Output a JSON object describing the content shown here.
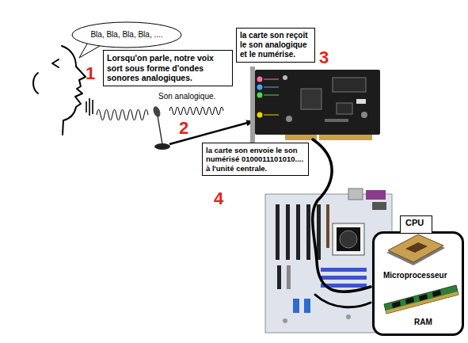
{
  "diagram": {
    "nodes": [
      {
        "text": [
          "Bla, Bla, Bla, Bla, ...."
        ]
      },
      {
        "text": [
          "Lorsqu'on parle, notre voix sort sous forme d'ondes sonores analogiques."
        ]
      },
      {
        "text": [
          "la carte son reçoit le son analogique et le numérise."
        ]
      },
      {
        "text": [
          "la carte son envoie le son numérisé 0100011101010.... à l'unité centrale."
        ]
      },
      {
        "text": [
          "CPU"
        ]
      }
    ],
    "labels": [
      "1",
      "2",
      "3",
      "4",
      "Son analogique.",
      "Microprocesseur",
      "RAM"
    ]
  }
}
